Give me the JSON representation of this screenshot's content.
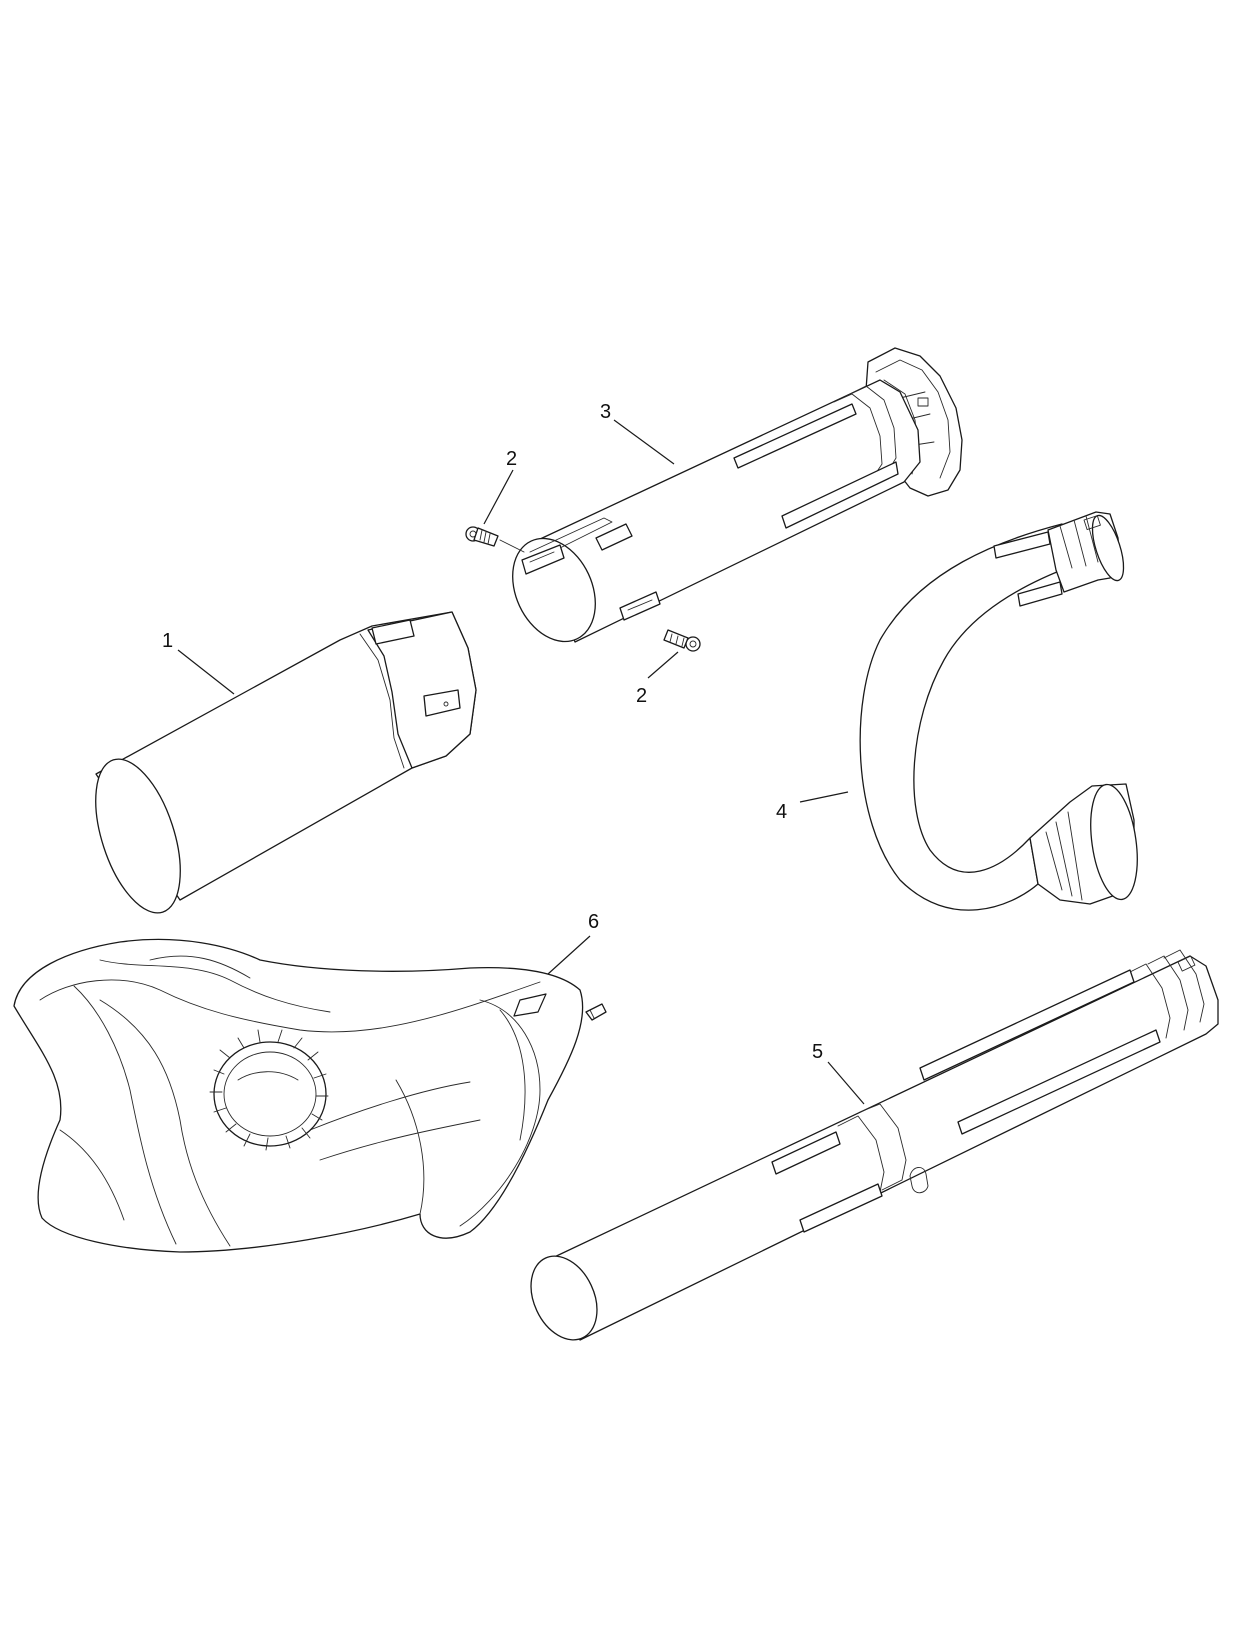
{
  "diagram": {
    "callouts": [
      {
        "id": "c1",
        "text": "1"
      },
      {
        "id": "c2a",
        "text": "2"
      },
      {
        "id": "c2b",
        "text": "2"
      },
      {
        "id": "c3",
        "text": "3"
      },
      {
        "id": "c4",
        "text": "4"
      },
      {
        "id": "c5",
        "text": "5"
      },
      {
        "id": "c6",
        "text": "6"
      }
    ],
    "line_color": "#1a1a1a",
    "background": "#ffffff"
  }
}
